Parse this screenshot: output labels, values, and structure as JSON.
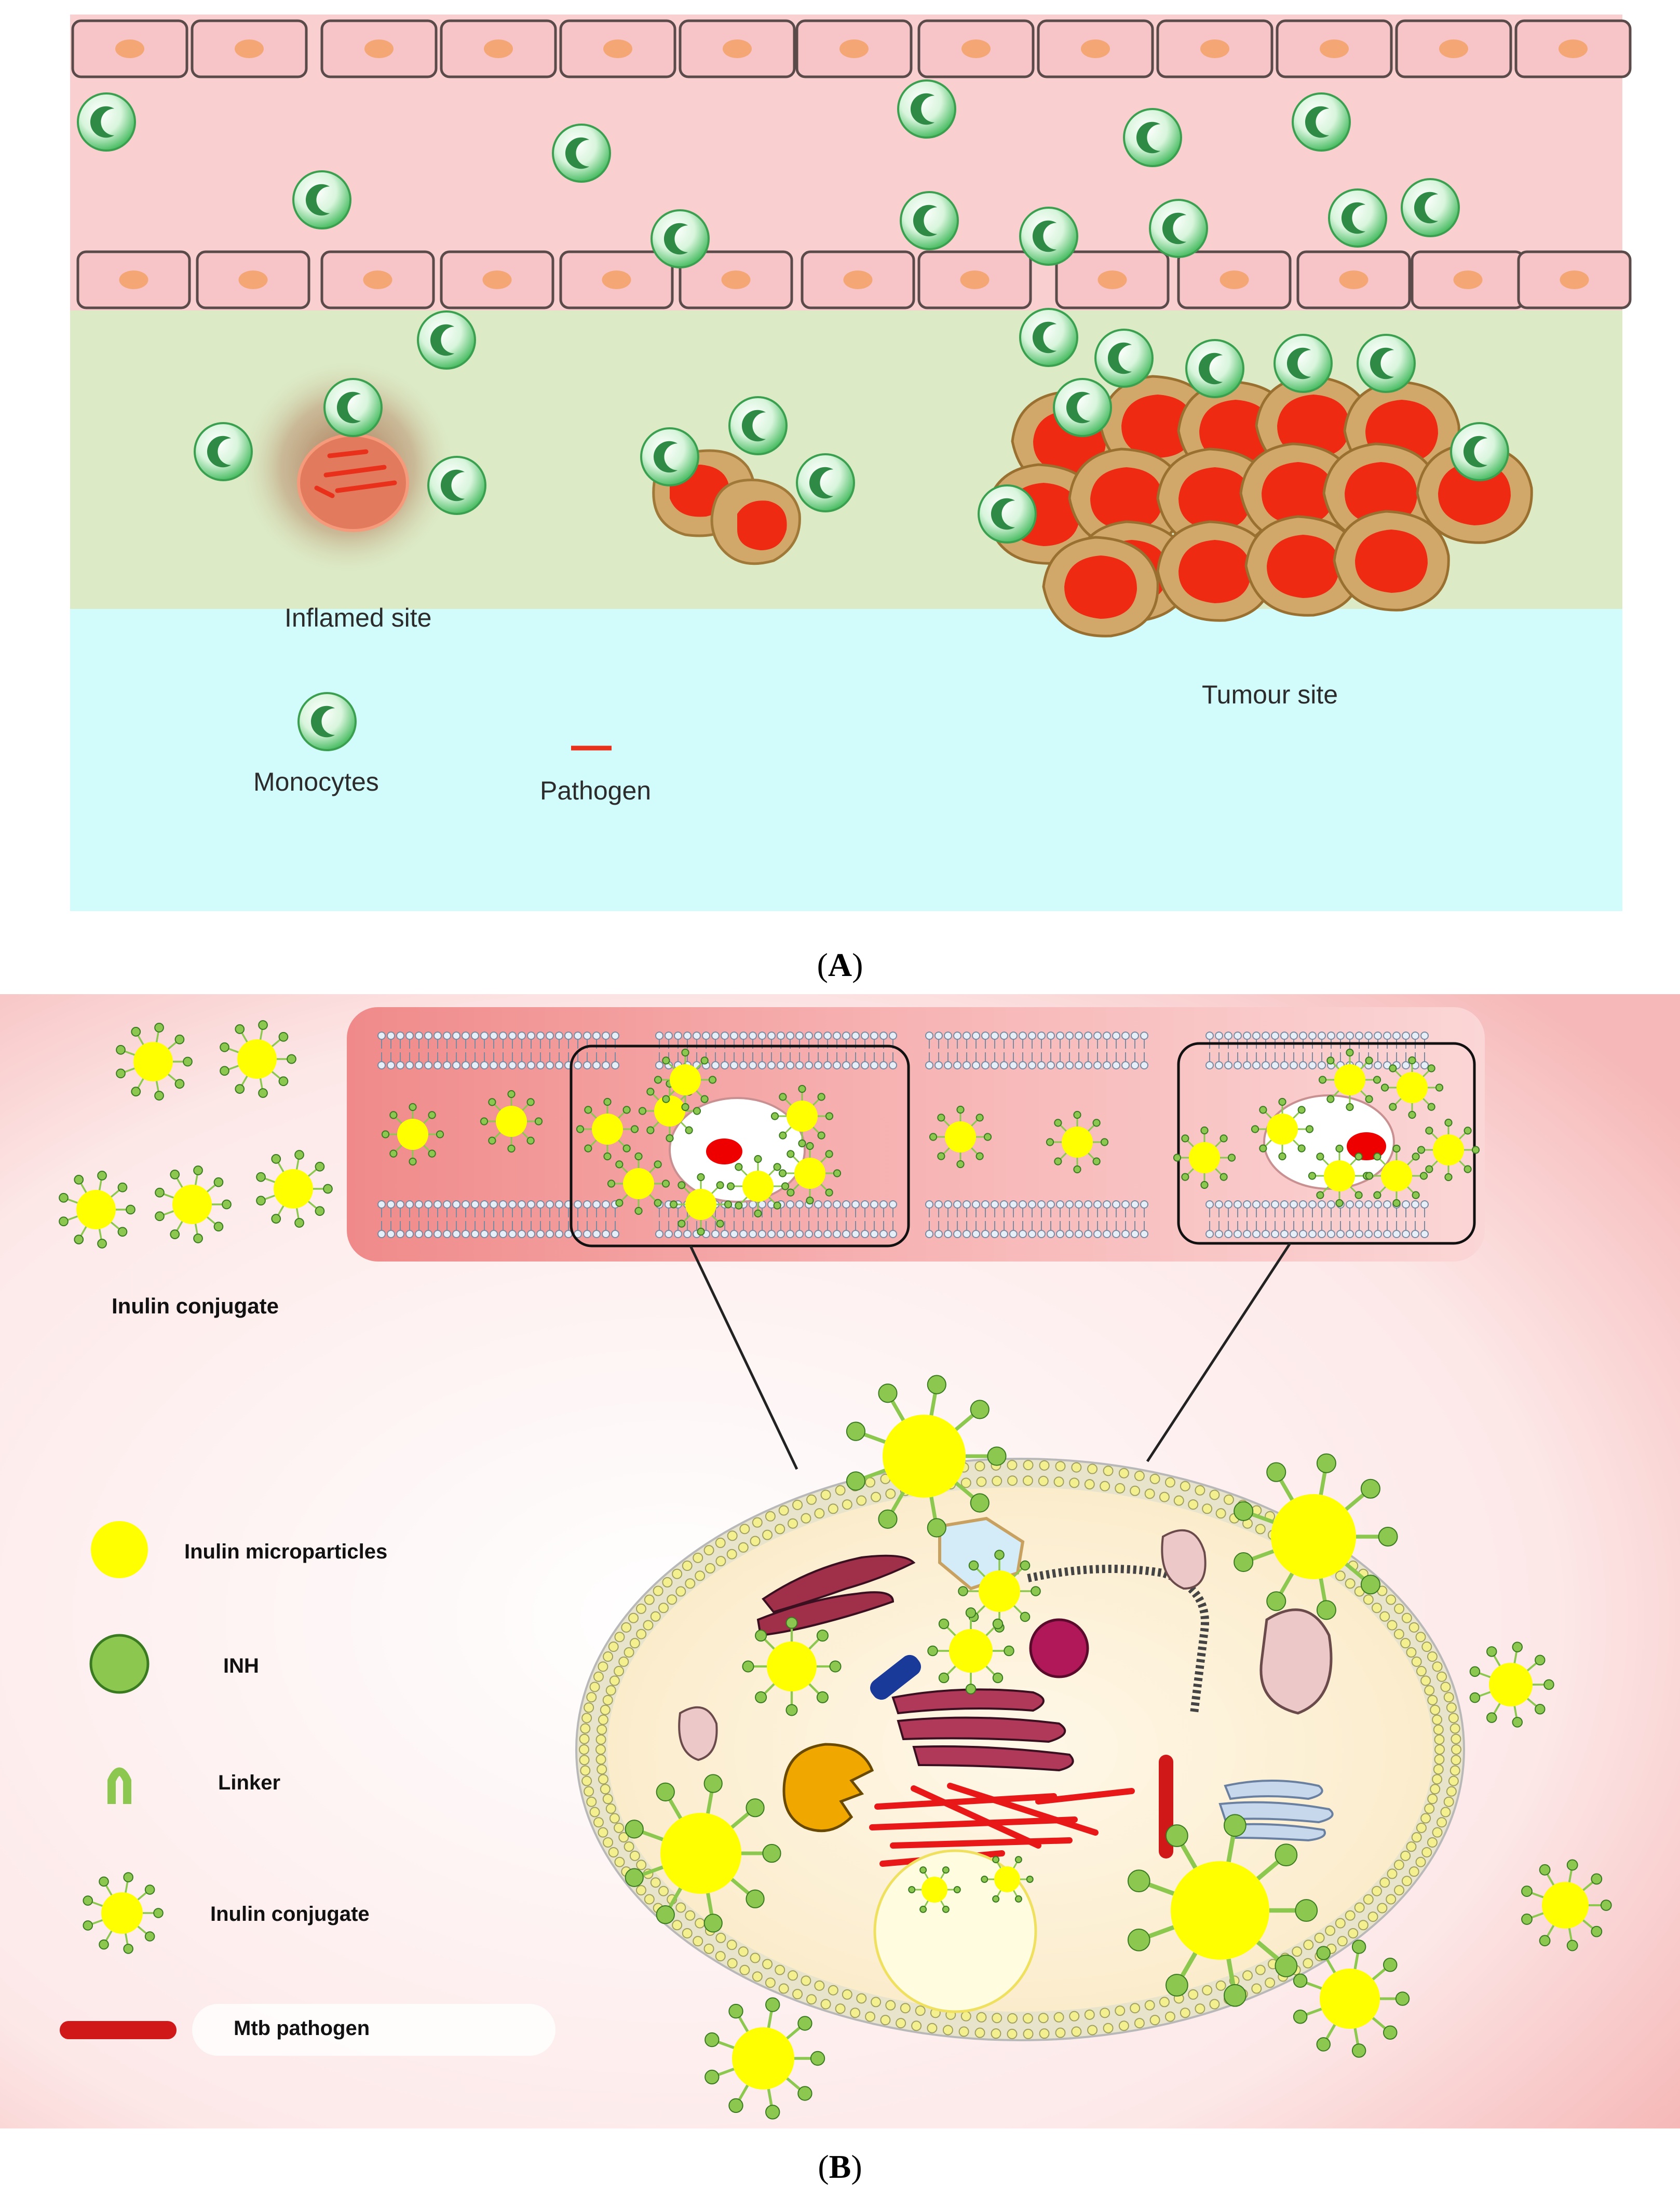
{
  "panel_a": {
    "label_inflamed": "Inflamed site",
    "label_tumour": "Tumour site",
    "legend_monocytes": "Monocytes",
    "legend_pathogen": "Pathogen",
    "caption_open": "(",
    "caption_letter": "A",
    "caption_close": ")"
  },
  "panel_b": {
    "top_left_label": "Inulin conjugate",
    "legend": [
      {
        "label": "Inulin microparticles"
      },
      {
        "label": "INH"
      },
      {
        "label": "Linker"
      },
      {
        "label": "Inulin conjugate"
      },
      {
        "label": "Mtb pathogen"
      }
    ],
    "caption_open": "(",
    "caption_letter": "B",
    "caption_close": ")"
  },
  "colors": {
    "vessel": "#f9cfcf",
    "tissue": "#dcebc6",
    "lower": "#d2fbfb",
    "monocyte": "#4fbf68",
    "tumour_cell": "#d2a76a",
    "tumour_nucleus": "#ee2b12",
    "pathogen": "#e8301a",
    "inulin": "#ffff00",
    "inh": "#8cc850",
    "linker": "#8cc850",
    "mtb": "#d01818"
  }
}
